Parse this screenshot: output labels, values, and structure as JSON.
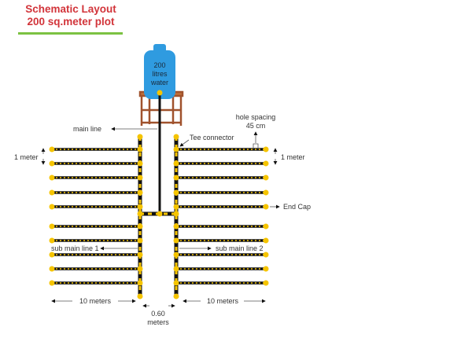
{
  "title": {
    "line1": "Schematic Layout",
    "line2": "200 sq.meter plot"
  },
  "tank": {
    "line1": "200",
    "line2": "litres",
    "line3": "water"
  },
  "labels": {
    "main_line": "main line",
    "tee_connector": "Tee connector",
    "hole_spacing": "hole spacing",
    "hole_spacing_value": "45 cm",
    "one_meter_left": "1 meter",
    "one_meter_right": "1 meter",
    "end_cap": "End Cap",
    "sub_main_1": "sub main line 1",
    "sub_main_2": "sub main line 2",
    "ten_meters_left": "10 meters",
    "ten_meters_right": "10 meters",
    "gap_value": "0.60",
    "gap_unit": "meters"
  },
  "colors": {
    "title": "#d2343a",
    "underline": "#7cc242",
    "tank": "#2f9be0",
    "stand": "#a0522d",
    "pipe": "#111111",
    "fitting": "#f5c400"
  },
  "laterals_per_side": 10
}
